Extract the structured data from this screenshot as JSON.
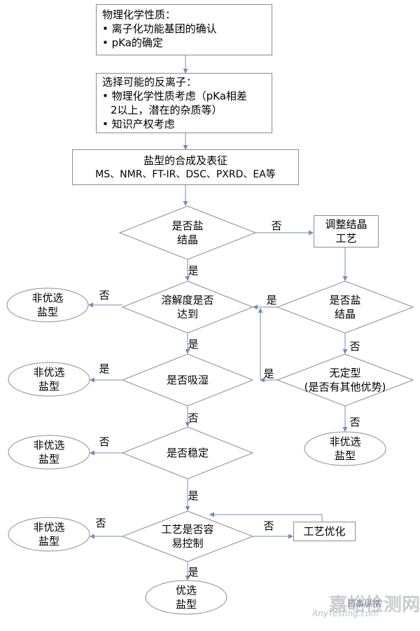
{
  "box1": {
    "title": "物理化学性质：",
    "bullets": [
      "离子化功能基团的确认",
      "pKa的确定"
    ]
  },
  "box2": {
    "title": "选择可能的反离子：",
    "bullets": [
      "物理化学性质考虑（pKa相差",
      "2以上，潜在的杂质等）",
      "知识产权考虑"
    ]
  },
  "box3": {
    "line1": "盐型的合成及表征",
    "line2": "MS、NMR、FT-IR、DSC、PXRD、EA等"
  },
  "d_crystal": [
    "是否盐",
    "结晶"
  ],
  "d_solubility": [
    "溶解度是否",
    "达到"
  ],
  "d_hygro": "是否吸湿",
  "d_stable": "是否稳定",
  "d_process": [
    "工艺是否容",
    "易控制"
  ],
  "d_crystal2": [
    "是否盐",
    "结晶"
  ],
  "d_amorph": [
    "无定型",
    "(是否有其他优势)"
  ],
  "box_adjust": [
    "调整结晶",
    "工艺"
  ],
  "box_optimize": "工艺优化",
  "non_preferred": [
    "非优选",
    "盐型"
  ],
  "preferred": [
    "优选",
    "盐型"
  ],
  "yes": "是",
  "no": "否",
  "watermark": {
    "site": "嘉峪检测网",
    "url": "AnyTesting.com",
    "account": "药事纵横"
  }
}
